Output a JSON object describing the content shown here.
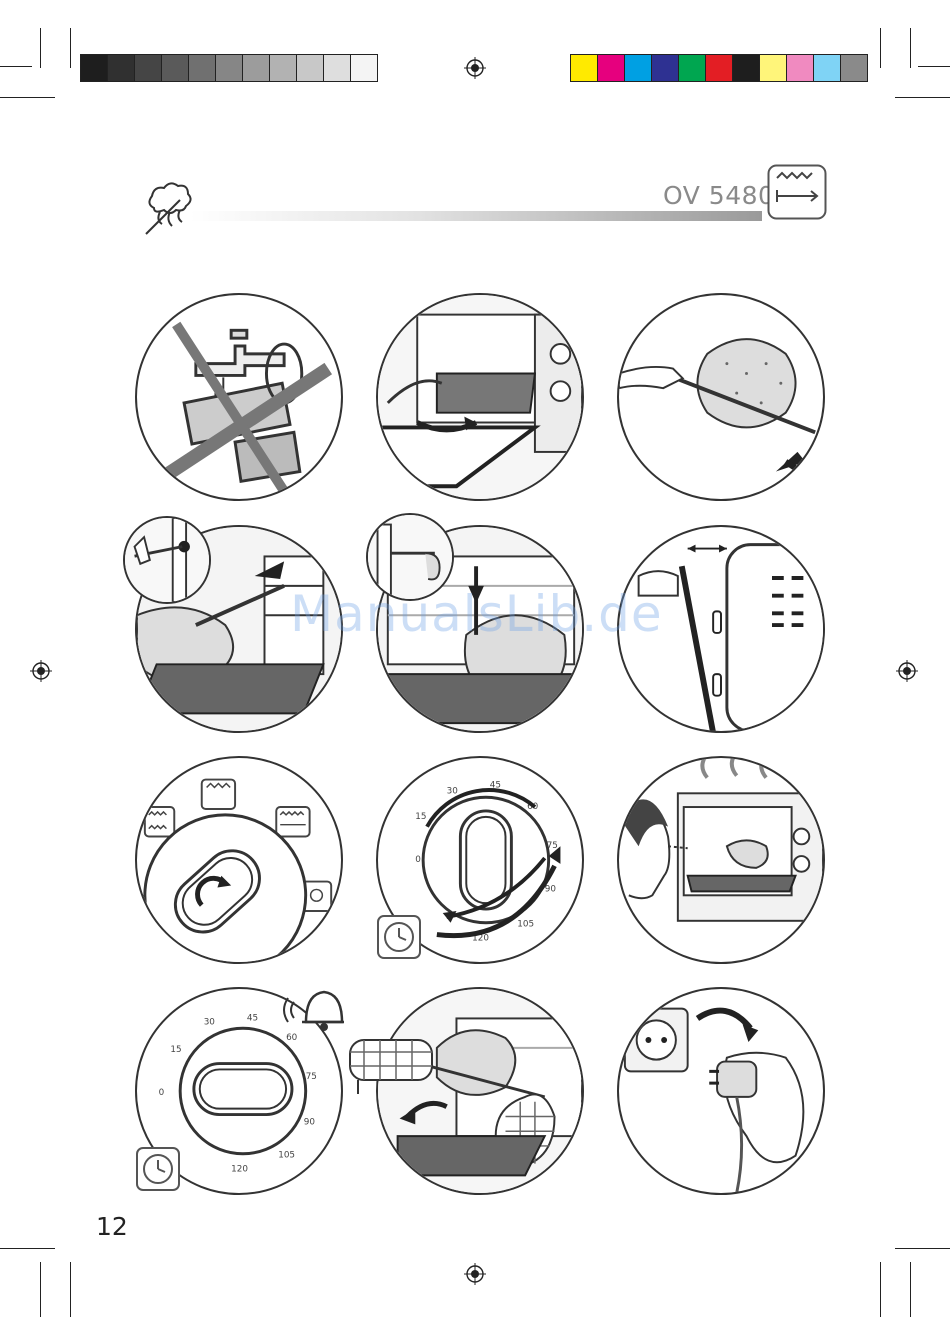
{
  "header": {
    "model_label": "OV 5480",
    "steam_icon": "steam-cleaning-icon",
    "oven_icon": "oven-heating-mode-icon"
  },
  "color_bar": {
    "grays": [
      "#1e1e1e",
      "#303030",
      "#454545",
      "#5a5a5a",
      "#707070",
      "#868686",
      "#9c9c9c",
      "#b2b2b2",
      "#c8c8c8",
      "#dedede",
      "#f4f4f4"
    ],
    "colors": [
      "#ffea00",
      "#e6007e",
      "#00a0e3",
      "#2e3192",
      "#00a650",
      "#e31e24",
      "#1e1e1e",
      "#fff57a",
      "#f08ac0",
      "#7fd3f5",
      "#8a8a8a"
    ]
  },
  "panels": [
    {
      "id": 1,
      "name": "no-water-immersion",
      "icon": "no-water-icon"
    },
    {
      "id": 2,
      "name": "insert-tray",
      "icon": "tray-icon"
    },
    {
      "id": 3,
      "name": "skewer-chicken",
      "icon": "spit-icon"
    },
    {
      "id": 4,
      "name": "insert-rotisserie",
      "icon": "rotisserie-icon"
    },
    {
      "id": 5,
      "name": "engage-spit",
      "icon": "spit-icon"
    },
    {
      "id": 6,
      "name": "close-door",
      "icon": "door-icon"
    },
    {
      "id": 7,
      "name": "select-function",
      "icon": "function-knob-icon"
    },
    {
      "id": 8,
      "name": "set-timer",
      "icon": "timer-knob-icon"
    },
    {
      "id": 9,
      "name": "monitor-cooking",
      "icon": "eye-icon"
    },
    {
      "id": 10,
      "name": "timer-bell",
      "icon": "bell-icon"
    },
    {
      "id": 11,
      "name": "remove-chicken",
      "icon": "oven-mitt-icon"
    },
    {
      "id": 12,
      "name": "unplug",
      "icon": "plug-icon"
    }
  ],
  "timer_scale": {
    "panel8": [
      "0",
      "15",
      "30",
      "45",
      "60",
      "75",
      "90",
      "105",
      "120"
    ],
    "panel10": [
      "0",
      "15",
      "30",
      "45",
      "60",
      "75",
      "90",
      "105",
      "120"
    ]
  },
  "watermark": "ManualsLib.de",
  "page_number": "12"
}
